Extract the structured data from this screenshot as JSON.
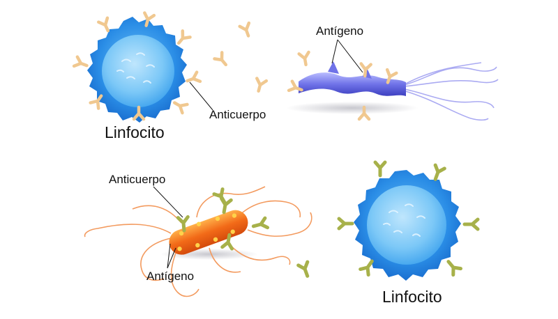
{
  "labels": {
    "linfocito_top": "Linfocito",
    "anticuerpo_top": "Anticuerpo",
    "antigeno_top": "Antígeno",
    "anticuerpo_bottom": "Anticuerpo",
    "antigeno_bottom": "Antígeno",
    "linfocito_bottom": "Linfocito"
  },
  "colors": {
    "lymphocyte_outer": "#2a8de6",
    "lymphocyte_inner": "#7cc8f7",
    "antibody_beige": "#f0c890",
    "antibody_olive": "#a7b14a",
    "virus_blue": "#6f72e8",
    "bacterium_orange": "#f26a18",
    "flagella_orange": "#f39a5e",
    "flagella_blue": "#9c9cf0"
  }
}
